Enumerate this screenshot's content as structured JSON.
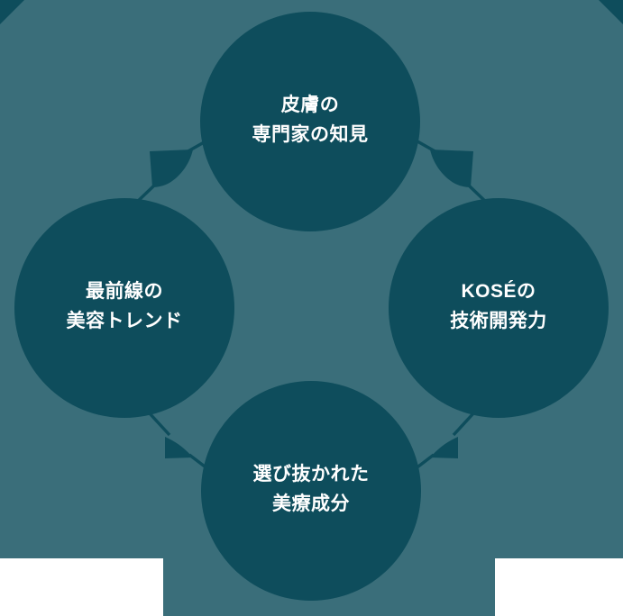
{
  "diagram": {
    "colors": {
      "background": "#3a6e7a",
      "node": "#0e4d5c",
      "text": "#ffffff",
      "page": "#ffffff"
    },
    "nodes": {
      "top": {
        "line1": "皮膚の",
        "line2": "専門家の知見"
      },
      "left": {
        "line1": "最前線の",
        "line2": "美容トレンド"
      },
      "right": {
        "line1": "KOSÉの",
        "line2": "技術開発力"
      },
      "bottom": {
        "line1": "選び抜かれた",
        "line2": "美療成分"
      }
    },
    "connectors": [
      {
        "from": "top",
        "to": "left"
      },
      {
        "from": "top",
        "to": "right"
      },
      {
        "from": "left",
        "to": "bottom"
      },
      {
        "from": "right",
        "to": "bottom"
      }
    ]
  }
}
